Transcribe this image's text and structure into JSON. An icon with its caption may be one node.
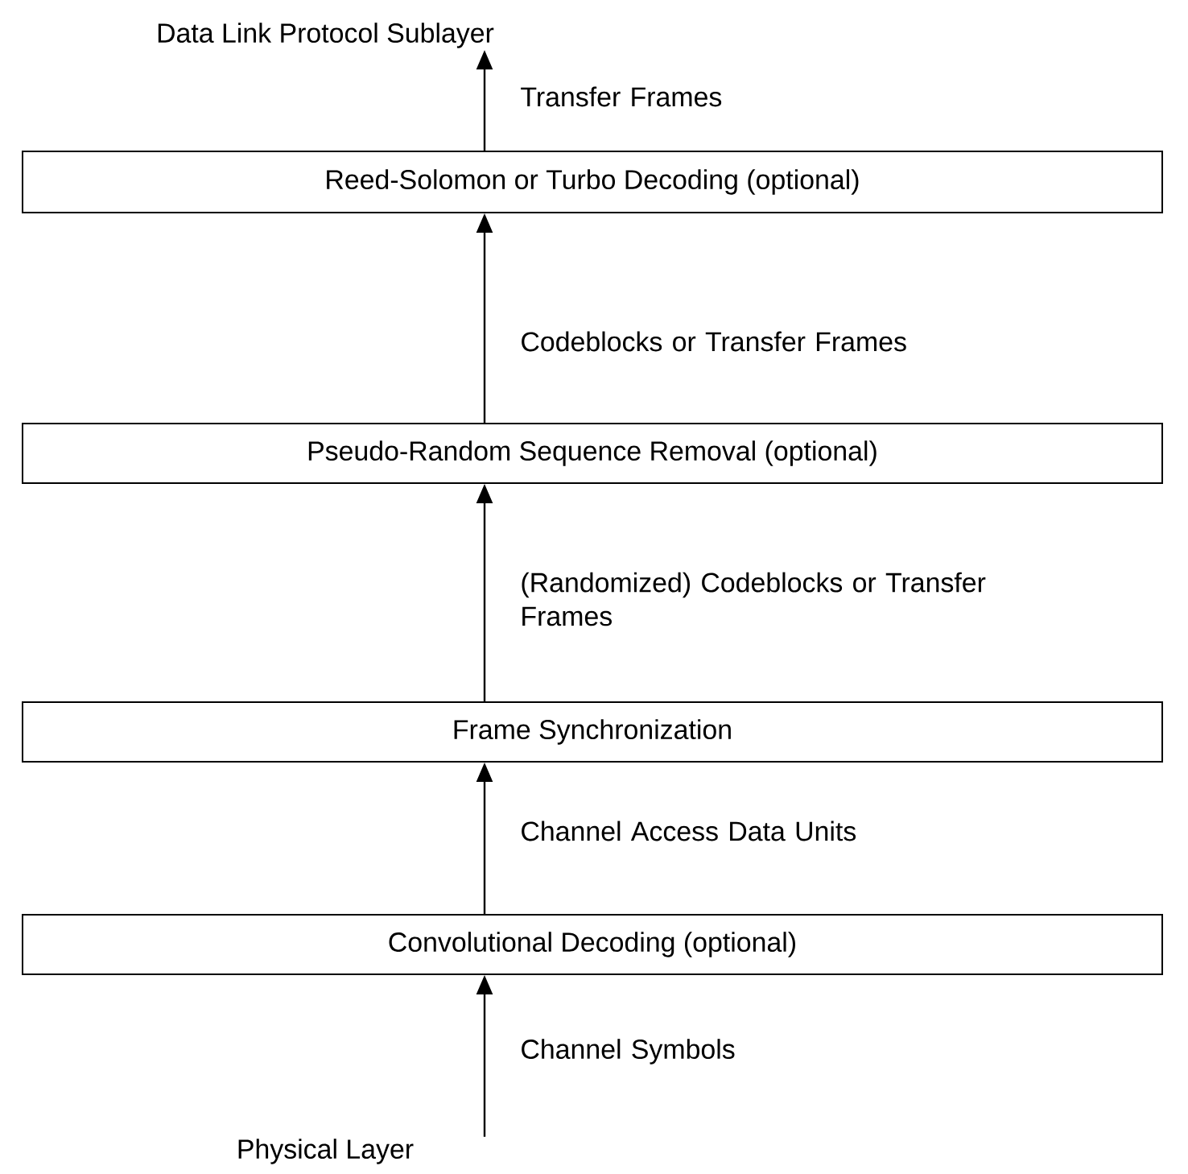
{
  "diagram": {
    "nodes": [
      {
        "text": [
          "Data Link Protocol  Sublayer"
        ]
      },
      {
        "text": [
          "Reed-Solomon or Turbo Decoding (optional)"
        ]
      },
      {
        "text": [
          "Pseudo-Random Sequence Removal (optional)"
        ]
      },
      {
        "text": [
          "Frame Synchronization"
        ]
      },
      {
        "text": [
          "Convolutional Decoding (optional)"
        ]
      },
      {
        "text": [
          "Physical Layer"
        ]
      }
    ],
    "edges": [
      {
        "from": 1,
        "to": 0,
        "arrow": "to",
        "label": "Transfer Frames"
      },
      {
        "from": 2,
        "to": 1,
        "arrow": "to",
        "label": "Codeblocks or Transfer Frames"
      },
      {
        "from": 3,
        "to": 2,
        "arrow": "to",
        "label": "(Randomized) Codeblocks or Transfer Frames"
      },
      {
        "from": 4,
        "to": 3,
        "arrow": "to",
        "label": "Channel Access Data Units"
      },
      {
        "from": 5,
        "to": 4,
        "arrow": "to",
        "label": "Channel Symbols"
      }
    ]
  }
}
